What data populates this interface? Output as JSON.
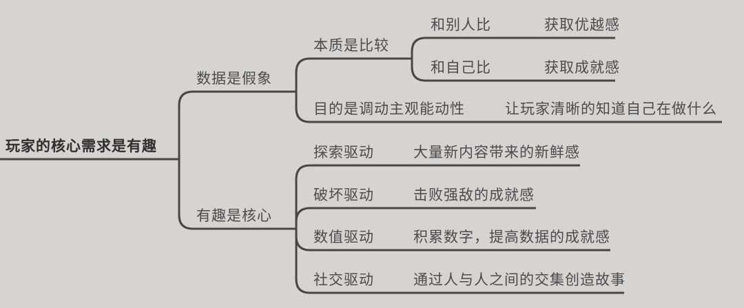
{
  "colors": {
    "background": "#d6d4d2",
    "connector_line": "#464646",
    "node_text": "#4b4b4b",
    "root_text": "#2e2e2e"
  },
  "mindmap": {
    "root": {
      "label": "玩家的核心需求是有趣"
    },
    "branches": [
      {
        "label": "数据是假象",
        "children": [
          {
            "label": "本质是比较",
            "children": [
              {
                "label": "和别人比",
                "children": [
                  {
                    "label": "获取优越感"
                  }
                ]
              },
              {
                "label": "和自己比",
                "children": [
                  {
                    "label": "获取成就感"
                  }
                ]
              }
            ]
          },
          {
            "label": "目的是调动主观能动性",
            "children": [
              {
                "label": "让玩家清晰的知道自己在做什么"
              }
            ]
          }
        ]
      },
      {
        "label": "有趣是核心",
        "children": [
          {
            "label": "探索驱动",
            "children": [
              {
                "label": "大量新内容带来的新鲜感"
              }
            ]
          },
          {
            "label": "破坏驱动",
            "children": [
              {
                "label": "击败强敌的成就感"
              }
            ]
          },
          {
            "label": "数值驱动",
            "children": [
              {
                "label": "积累数字，提高数据的成就感"
              }
            ]
          },
          {
            "label": "社交驱动",
            "children": [
              {
                "label": "通过人与人之间的交集创造故事"
              }
            ]
          }
        ]
      }
    ]
  }
}
